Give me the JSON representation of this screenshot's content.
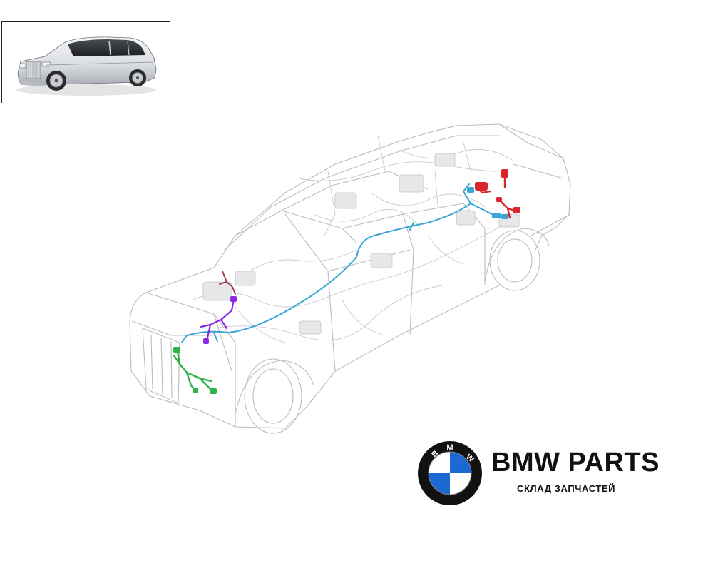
{
  "brand": {
    "title": "BMW PARTS",
    "subtitle": "СКЛАД ЗАПЧАСТЕЙ",
    "logo_letters": "BMW",
    "logo_colors": {
      "ring": "#111111",
      "blue": "#1c69d4",
      "white": "#ffffff"
    }
  },
  "thumbnail": {
    "subject": "car-photo"
  },
  "diagram": {
    "subject": "vehicle-wiring-harness",
    "harness_colors": {
      "main": "#3aa6d8",
      "front": "#2fb34a",
      "engine": "#8a2be2",
      "rear": "#d9252b",
      "engine_bay": "#a0303a"
    }
  }
}
